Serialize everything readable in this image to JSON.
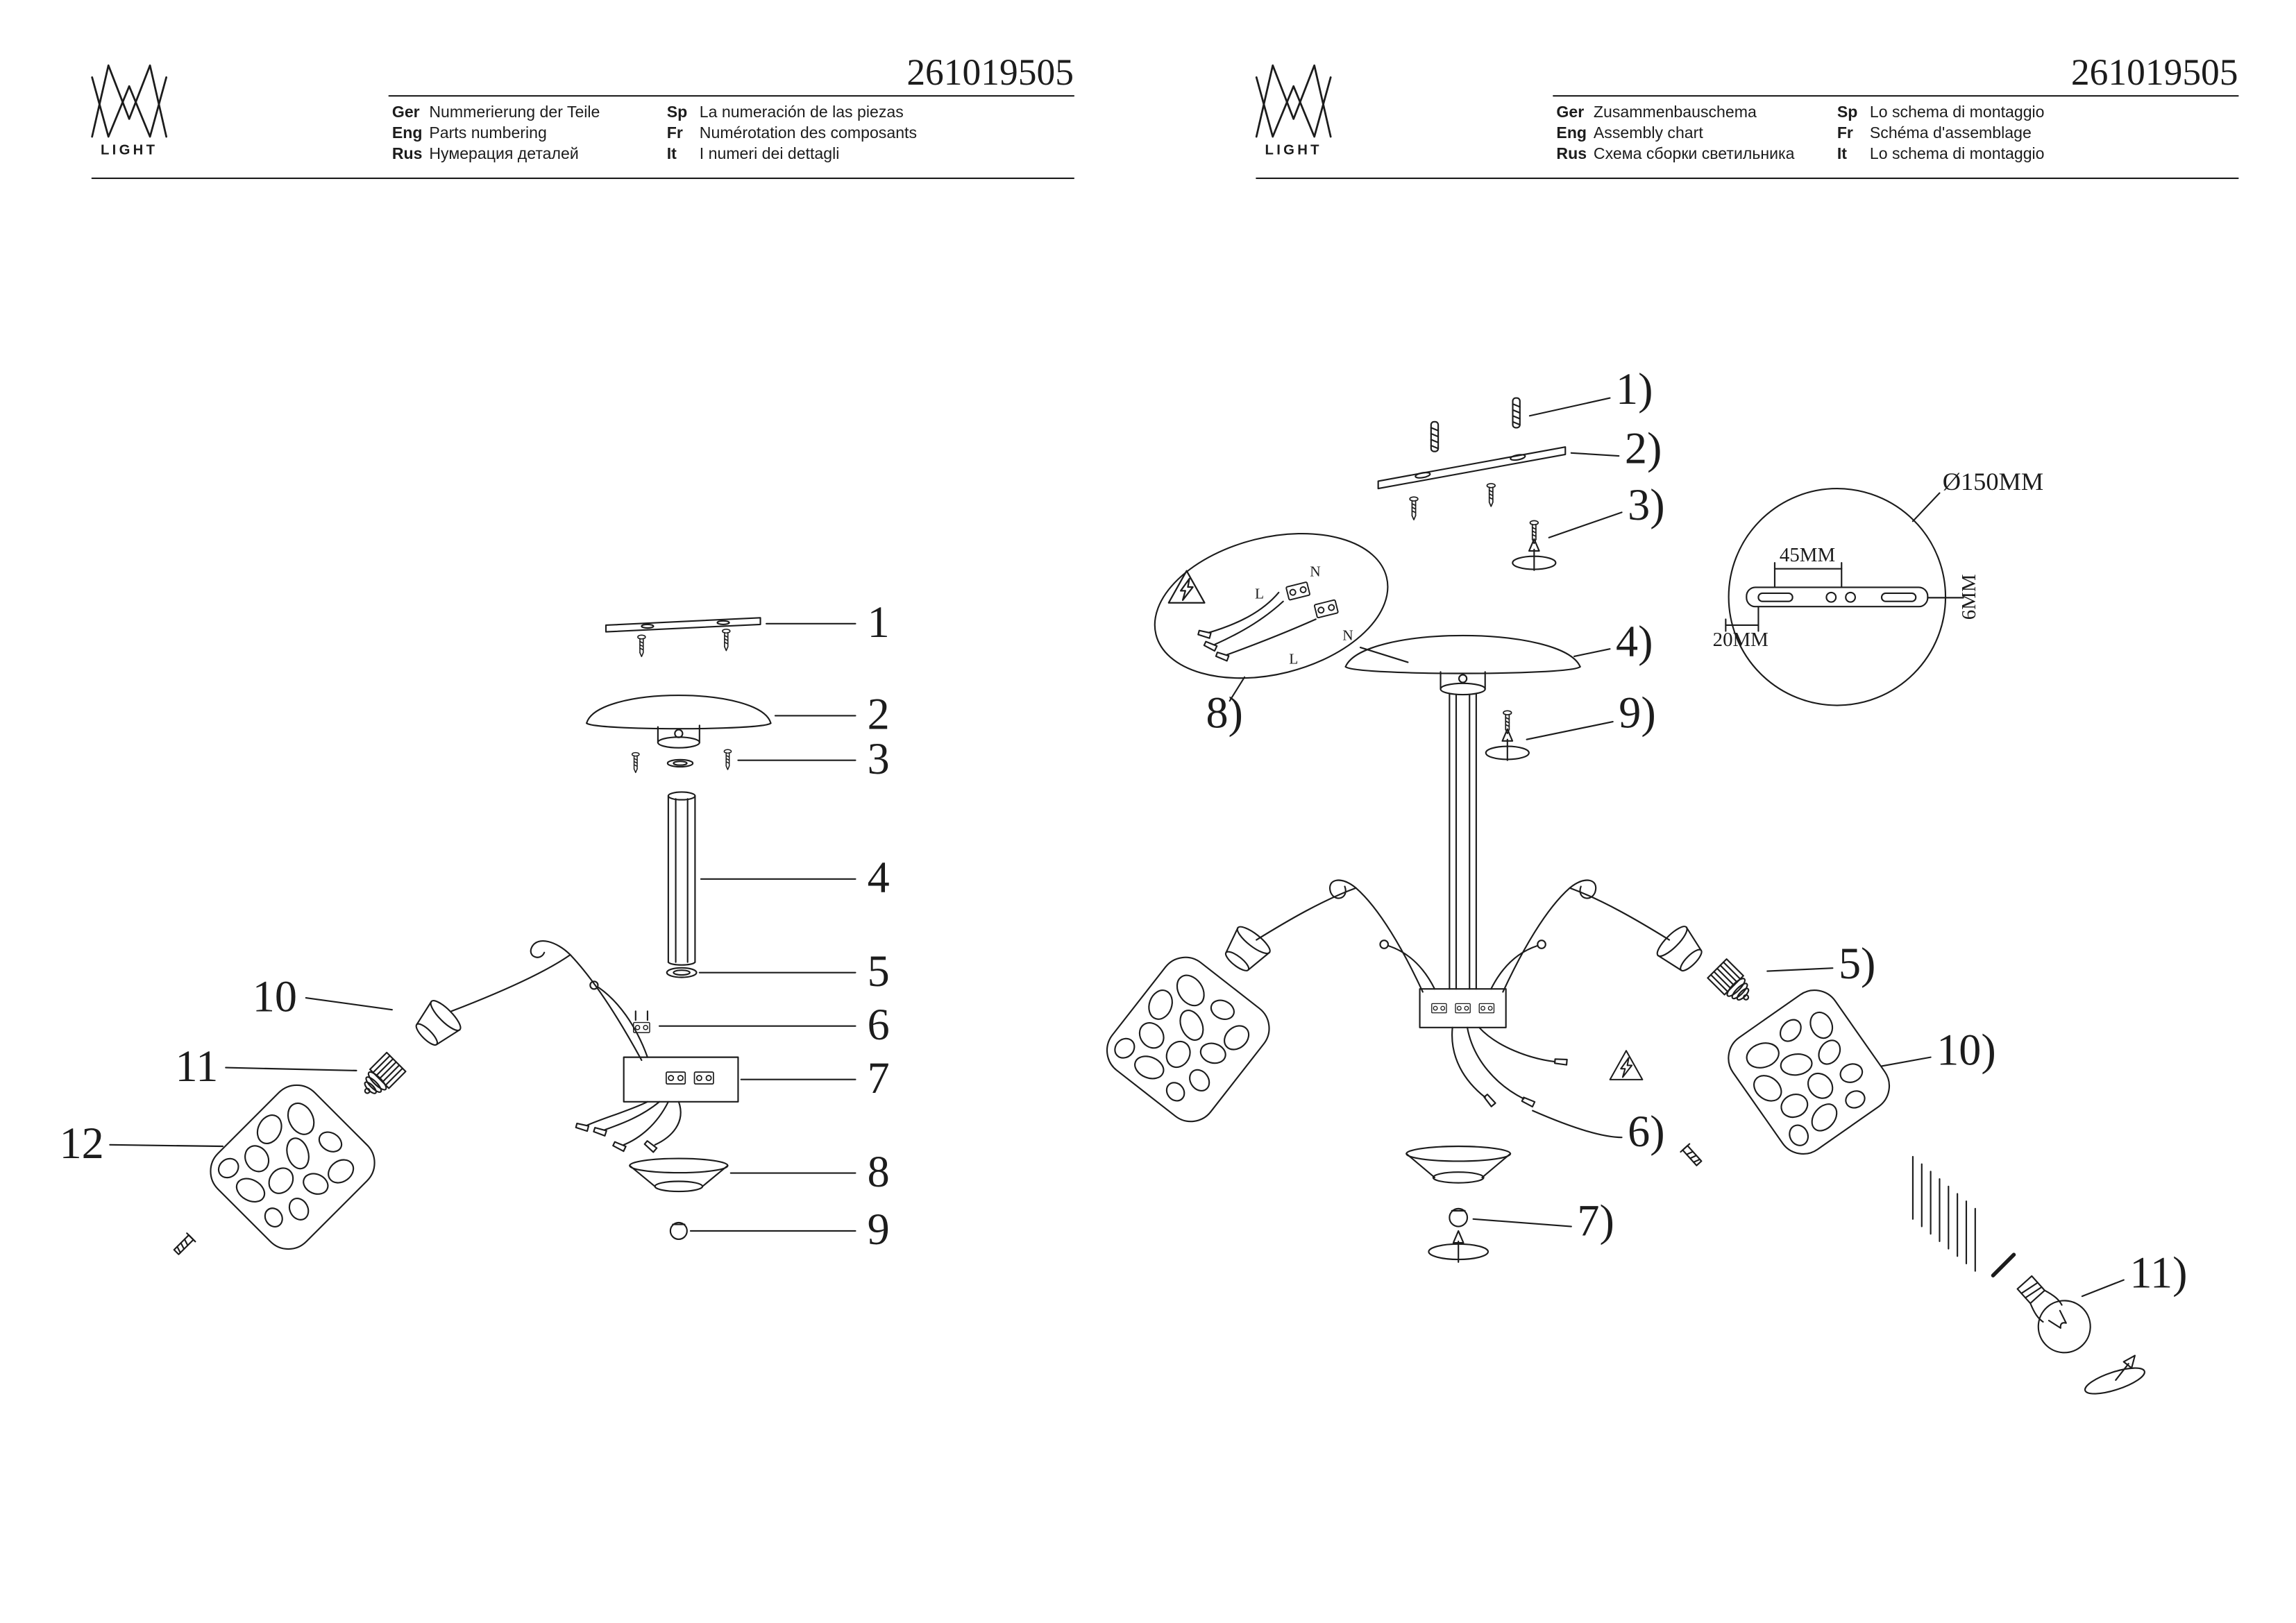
{
  "doc": {
    "number": "261019505"
  },
  "logo": {
    "text": "LIGHT"
  },
  "colors": {
    "ink": "#1c1c1c",
    "accent": "#cf2a1c"
  },
  "left": {
    "lang": {
      "l1": "Ger",
      "t1": "Nummerierung der Teile",
      "l2": "Eng",
      "t2": "Parts numbering",
      "l3": "Rus",
      "t3": "Нумерация деталей",
      "l4": "Sp",
      "t4": "La numeración de las piezas",
      "l5": "Fr",
      "t5": "Numérotation des composants",
      "l6": "It",
      "t6": "I numeri dei dettagli"
    },
    "callouts": {
      "c1": "1",
      "c2": "2",
      "c3": "3",
      "c4": "4",
      "c5": "5",
      "c6": "6",
      "c7": "7",
      "c8": "8",
      "c9": "9",
      "c10": "10",
      "c11": "11",
      "c12": "12"
    }
  },
  "right": {
    "lang": {
      "l1": "Ger",
      "t1": "Zusammenbauschema",
      "l2": "Eng",
      "t2": "Assembly chart",
      "l3": "Rus",
      "t3": "Схема сборки светильника",
      "l4": "Sp",
      "t4": "Lo schema di montaggio",
      "l5": "Fr",
      "t5": "Schéma d'assemblage",
      "l6": "It",
      "t6": "Lo schema di montaggio"
    },
    "callouts": {
      "s1": "1)",
      "s2": "2)",
      "s3": "3)",
      "s4": "4)",
      "s5": "5)",
      "s6": "6)",
      "s7": "7)",
      "s8": "8)",
      "s9": "9)",
      "s10": "10)",
      "s11": "11)"
    },
    "dims": {
      "diameter": "Ø150MM",
      "span": "45MM",
      "offset": "20MM",
      "hole": "6MM"
    },
    "wiring": {
      "n": "N",
      "l": "L"
    }
  }
}
